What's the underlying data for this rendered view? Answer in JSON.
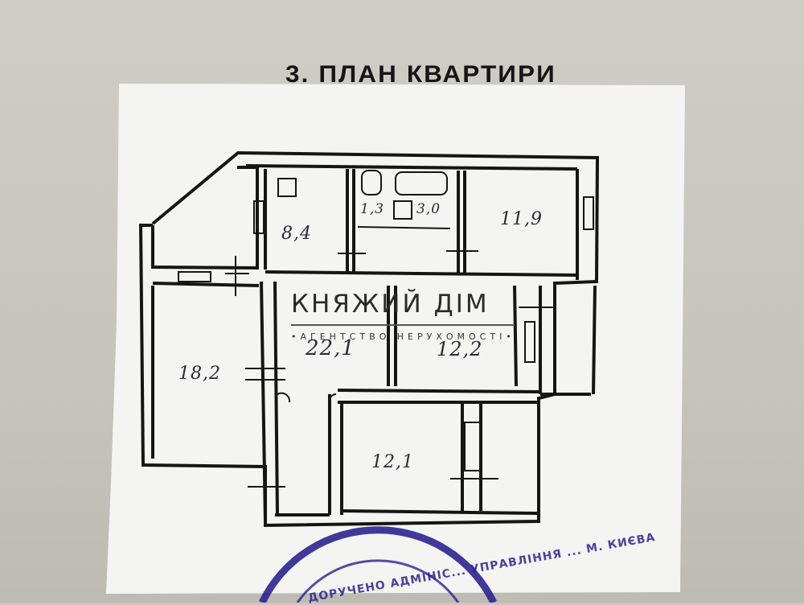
{
  "document": {
    "title": "3. ПЛАН КВАРТИРИ"
  },
  "rooms": [
    {
      "label": "8,4"
    },
    {
      "label": "1,3"
    },
    {
      "label": "3,0"
    },
    {
      "label": "11,9"
    },
    {
      "label": "18,2"
    },
    {
      "label": "22,1"
    },
    {
      "label": "12,2"
    },
    {
      "label": "12,1"
    }
  ],
  "watermark": {
    "name": "КНЯЖИЙ ДІМ",
    "subtitle": "•АГЕНТСТВО НЕРУХОМОСТІ•"
  },
  "stamp": {
    "text": "ДОРУЧЕНО АДМІНІС... УПРАВЛІННЯ ... М. КИЄВА",
    "color": "#2c2390"
  }
}
